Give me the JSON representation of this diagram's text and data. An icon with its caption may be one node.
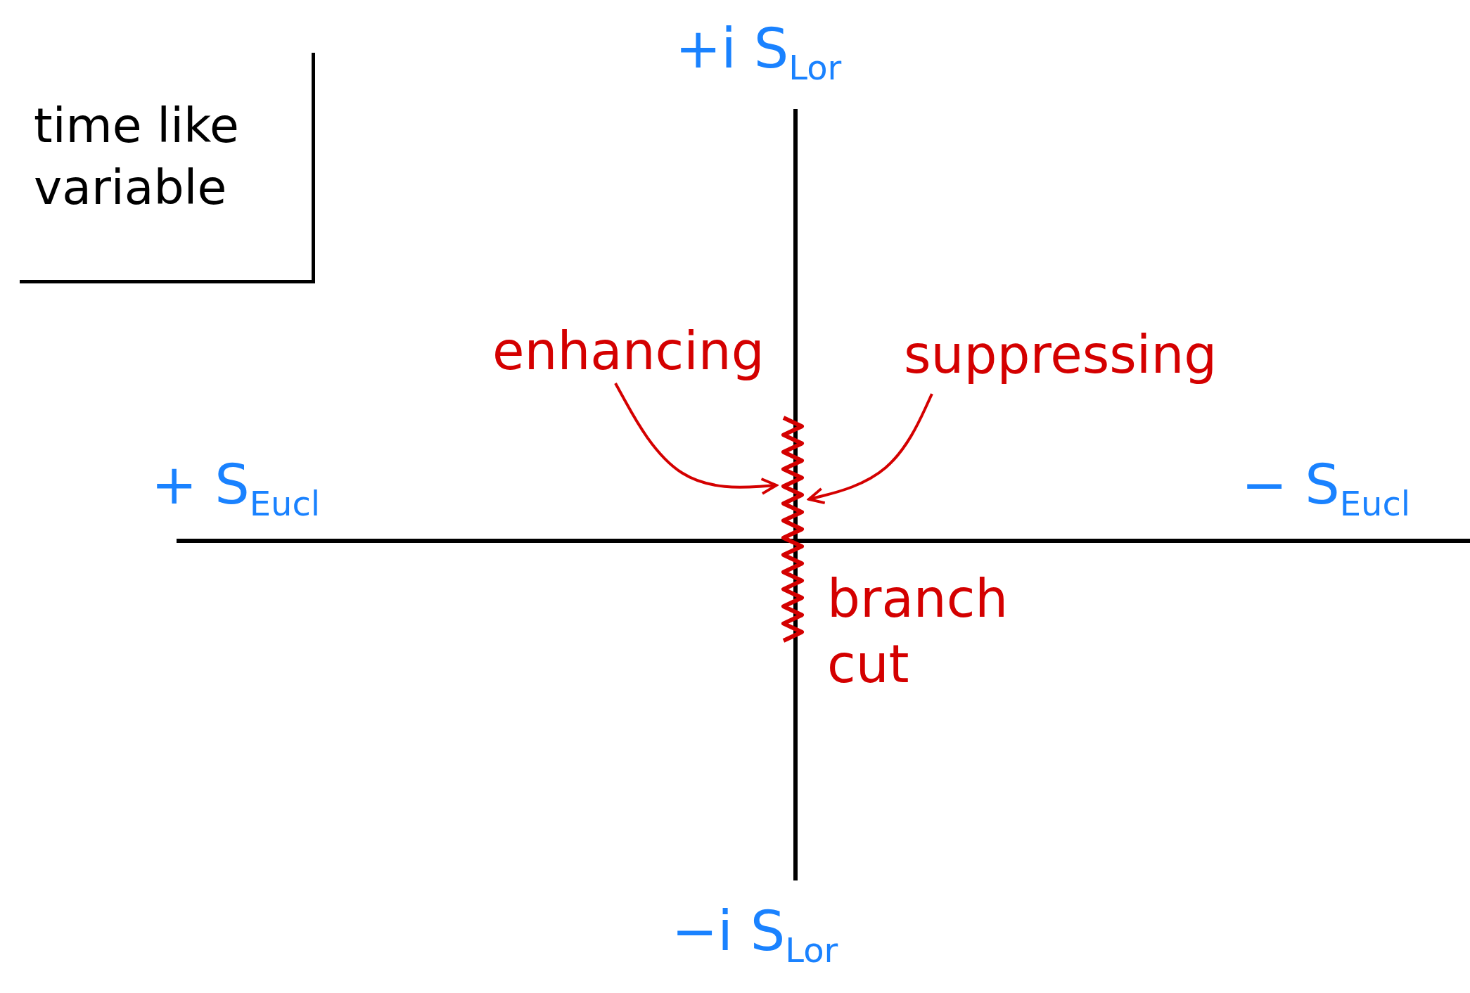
{
  "diagram": {
    "nodes": [
      {
        "text": [
          "time like variable"
        ]
      },
      {
        "text": [
          "enhancing"
        ]
      },
      {
        "text": [
          "suppressing"
        ]
      },
      {
        "text": [],
        "shape": "zigzag",
        "beside": [
          "branch cut"
        ]
      }
    ],
    "edges": [
      {
        "from": 1,
        "to": 3,
        "arrow": "to"
      },
      {
        "from": 2,
        "to": 3,
        "arrow": "to"
      }
    ],
    "labels": [
      "+i S$_{Lor}$",
      "+ S$_{Eucl}$",
      "− S$_{Eucl}$",
      "−i S$_{Lor}$"
    ]
  }
}
